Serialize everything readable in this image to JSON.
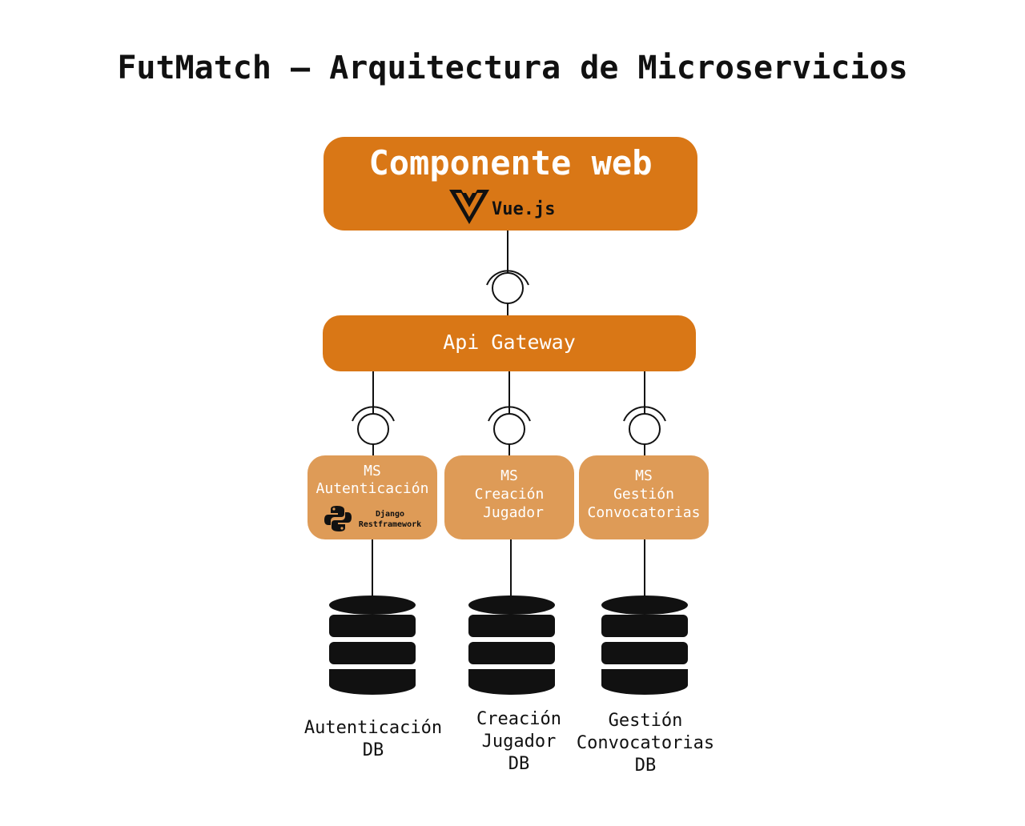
{
  "title": "FutMatch – Arquitectura de Microservicios",
  "web": {
    "title": "Componente web",
    "framework": "Vue.js",
    "color": "#d97716"
  },
  "gateway": {
    "label": "Api Gateway",
    "color": "#d97716"
  },
  "microservices": [
    {
      "lines": [
        "MS",
        "Autenticación"
      ],
      "badge": [
        "Django",
        "Restframework"
      ],
      "db_lines": [
        "Autenticación",
        "DB"
      ]
    },
    {
      "lines": [
        "MS",
        "Creación",
        "Jugador"
      ],
      "db_lines": [
        "Creación",
        "Jugador",
        "DB"
      ]
    },
    {
      "lines": [
        "MS",
        "Gestión",
        "Convocatorias"
      ],
      "db_lines": [
        "Gestión",
        "Convocatorias",
        "DB"
      ]
    }
  ],
  "ms_color": "#de9b57",
  "icons": [
    "vue-logo-icon",
    "python-icon",
    "database-icon",
    "interface-socket-icon"
  ]
}
